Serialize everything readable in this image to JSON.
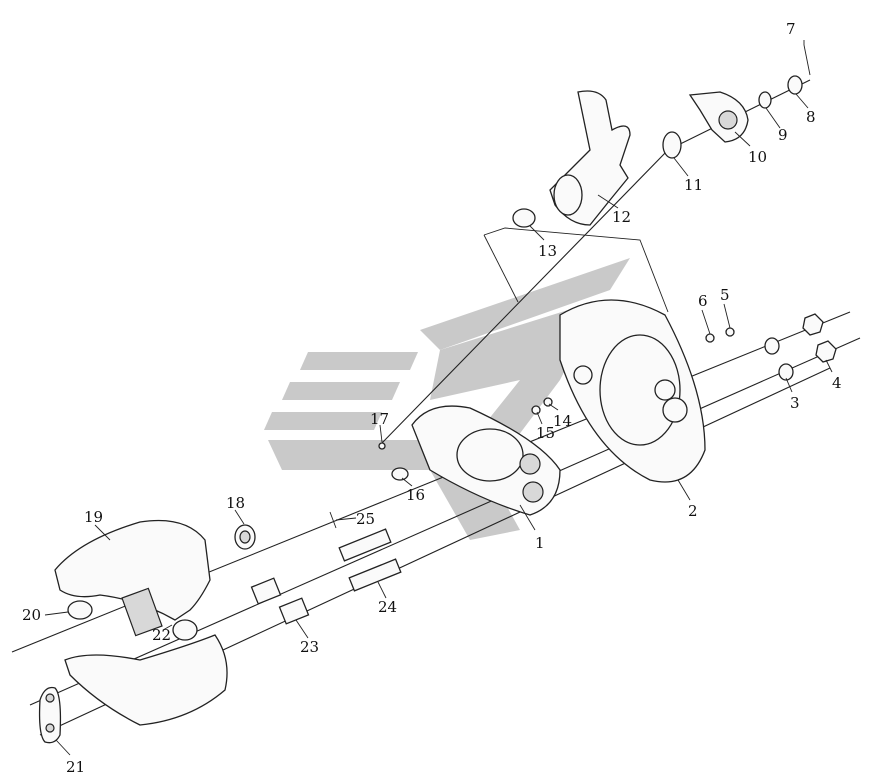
{
  "diagram": {
    "callouts": [
      "1",
      "2",
      "3",
      "4",
      "5",
      "6",
      "7",
      "8",
      "9",
      "10",
      "11",
      "12",
      "13",
      "14",
      "15",
      "16",
      "17",
      "18",
      "19",
      "20",
      "21",
      "22",
      "23",
      "24",
      "25"
    ]
  }
}
